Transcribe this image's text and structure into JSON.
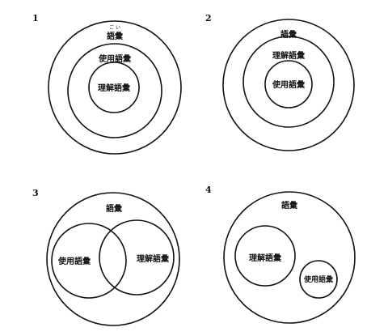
{
  "diagrams": [
    {
      "number": "1",
      "outer_label": "語彙",
      "outer_ruby": "ご い",
      "middle_label": "使用語彙",
      "inner_label": "理解語彙"
    },
    {
      "number": "2",
      "outer_label": "語彙",
      "middle_label": "理解語彙",
      "inner_label": "使用語彙"
    },
    {
      "number": "3",
      "outer_label": "語彙",
      "left_label": "使用語彙",
      "right_label": "理解語彙"
    },
    {
      "number": "4",
      "outer_label": "語彙",
      "large_label": "理解語彙",
      "small_label": "使用語彙"
    }
  ],
  "colors": {
    "line": "#111111",
    "background": "#ffffff"
  }
}
